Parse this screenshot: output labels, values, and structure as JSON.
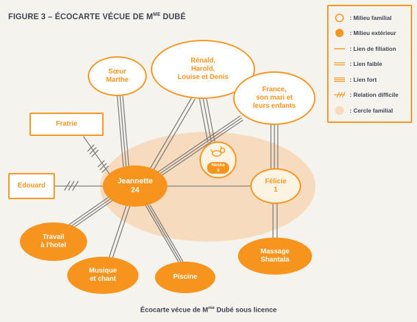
{
  "title": {
    "main": "FIGURE 3 – ÉCOCARTE VÉCUE DE M",
    "sup": "ME",
    "rest": " DUBÉ"
  },
  "legend": {
    "items": [
      {
        "icon": "open-circle",
        "label": ": Milieu familial"
      },
      {
        "icon": "filled-circle",
        "label": ": Milieu extérieur"
      },
      {
        "icon": "single-line",
        "label": ": Lien de filiation"
      },
      {
        "icon": "double-line",
        "label": ": Lien faible"
      },
      {
        "icon": "triple-line",
        "label": ": Lien fort"
      },
      {
        "icon": "hatched-line",
        "label": ": Relation difficile"
      },
      {
        "icon": "family-circle",
        "label": ": Cercle familial"
      }
    ]
  },
  "nodes": {
    "soeur_marthe": {
      "line1": "Sœur",
      "line2": "Marthe"
    },
    "renald": {
      "line1": "Rénald,",
      "line2": "Harold,",
      "line3": "Louise et Denis"
    },
    "france": {
      "line1": "France,",
      "line2": "son mari et",
      "line3": "leurs enfants"
    },
    "fratrie": {
      "label": "Fratrie"
    },
    "edouard": {
      "label": "Edouard"
    },
    "jeannette": {
      "line1": "Jeannette",
      "line2": "24"
    },
    "felicie": {
      "line1": "Félicie",
      "line2": "1"
    },
    "neska": {
      "line1": "Neska",
      "line2": "3"
    },
    "travail": {
      "line1": "Travail",
      "line2": "à l'hotel"
    },
    "musique": {
      "line1": "Musique",
      "line2": "et chant"
    },
    "piscine": {
      "label": "Piscine"
    },
    "massage": {
      "line1": "Massage",
      "line2": "Shantala"
    }
  },
  "caption": {
    "main": "Écocarte vécue de M",
    "sup": "me",
    "rest": " Dubé sous licence"
  },
  "colors": {
    "orange": "#F7941E",
    "family_circle": "#F6DBBE",
    "text_dark": "#3C4353",
    "link_line": "#7C7C7C",
    "background": "#F5F3EE"
  }
}
